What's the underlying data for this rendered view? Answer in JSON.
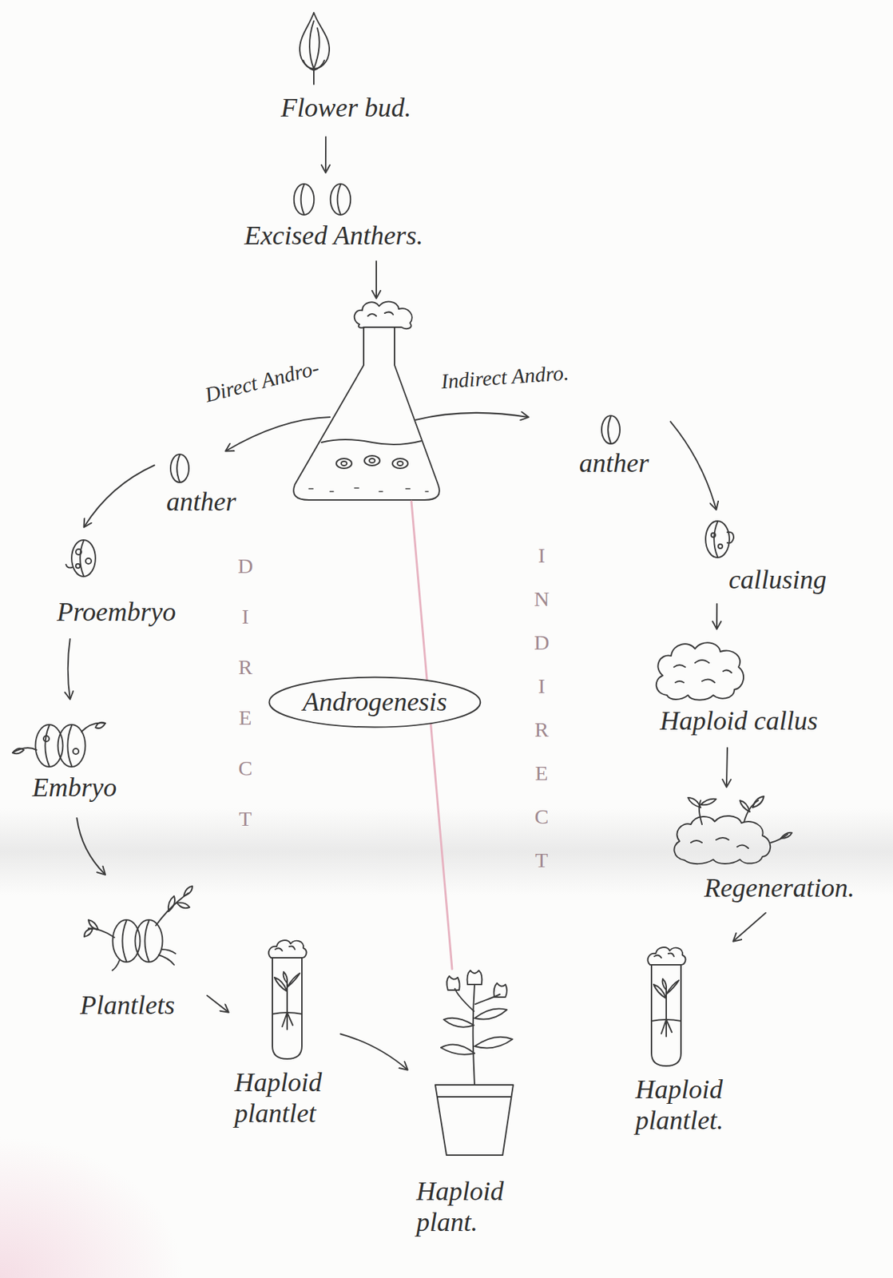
{
  "diagram": {
    "nodes": [
      {
        "text": [
          "Flower bud."
        ]
      },
      {
        "text": [
          "Excised Anthers."
        ]
      },
      {
        "text": [
          "anther"
        ]
      },
      {
        "text": [
          "Proembryo"
        ]
      },
      {
        "text": [
          "Embryo"
        ]
      },
      {
        "text": [
          "Plantlets"
        ]
      },
      {
        "text": [
          "Haploid plantlet"
        ]
      },
      {
        "text": [
          "Haploid plant."
        ]
      },
      {
        "text": [
          "anther"
        ]
      },
      {
        "text": [
          "callusing"
        ]
      },
      {
        "text": [
          "Haploid callus"
        ]
      },
      {
        "text": [
          "Regeneration."
        ]
      },
      {
        "text": [
          "Haploid plantlet."
        ]
      },
      {
        "text": [
          "Androgenesis"
        ]
      }
    ],
    "edges": [
      {
        "from": 0,
        "to": 1,
        "arrow": "to"
      },
      {
        "from": 2,
        "to": 3,
        "arrow": "to"
      },
      {
        "from": 3,
        "to": 4,
        "arrow": "to"
      },
      {
        "from": 4,
        "to": 5,
        "arrow": "to"
      },
      {
        "from": 5,
        "to": 6,
        "arrow": "to"
      },
      {
        "from": 6,
        "to": 7,
        "arrow": "to"
      },
      {
        "from": 8,
        "to": 9,
        "arrow": "to"
      },
      {
        "from": 9,
        "to": 10,
        "arrow": "to"
      },
      {
        "from": 10,
        "to": 11,
        "arrow": "to"
      },
      {
        "from": 11,
        "to": 12,
        "arrow": "to"
      }
    ],
    "labels": [
      "Direct Andro-",
      "Indirect Andro.",
      "DIRECT",
      "INDIRECT"
    ]
  }
}
